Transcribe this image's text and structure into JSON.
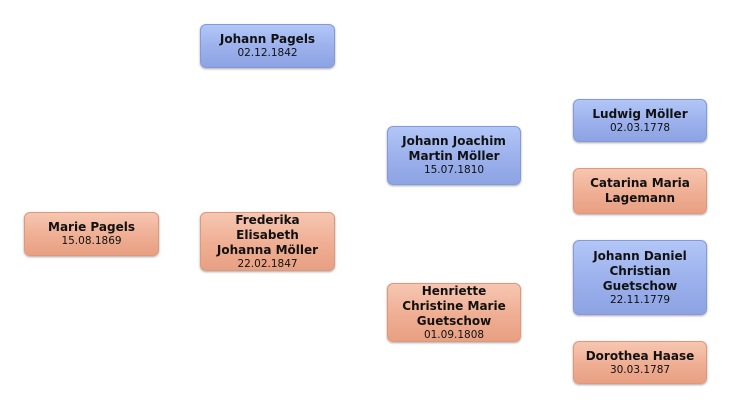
{
  "people": {
    "marie_pagels": {
      "name": "Marie Pagels",
      "date": "15.08.1869",
      "gender": "female"
    },
    "johann_pagels": {
      "name": "Johann Pagels",
      "date": "02.12.1842",
      "gender": "male"
    },
    "frederika": {
      "name": "Frederika Elisabeth Johanna Möller",
      "date": "22.02.1847",
      "gender": "female"
    },
    "johann_joachim": {
      "name": "Johann Joachim Martin Möller",
      "date": "15.07.1810",
      "gender": "male"
    },
    "henriette": {
      "name": "Henriette Christine Marie Guetschow",
      "date": "01.09.1808",
      "gender": "female"
    },
    "ludwig": {
      "name": "Ludwig Möller",
      "date": "02.03.1778",
      "gender": "male"
    },
    "catarina": {
      "name": "Catarina Maria Lagemann",
      "date": "",
      "gender": "female"
    },
    "johann_daniel": {
      "name": "Johann Daniel Christian Guetschow",
      "date": "22.11.1779",
      "gender": "male"
    },
    "dorothea": {
      "name": "Dorothea Haase",
      "date": "30.03.1787",
      "gender": "female"
    }
  },
  "colors": {
    "male": "#9bb0ec",
    "female": "#efae93"
  }
}
